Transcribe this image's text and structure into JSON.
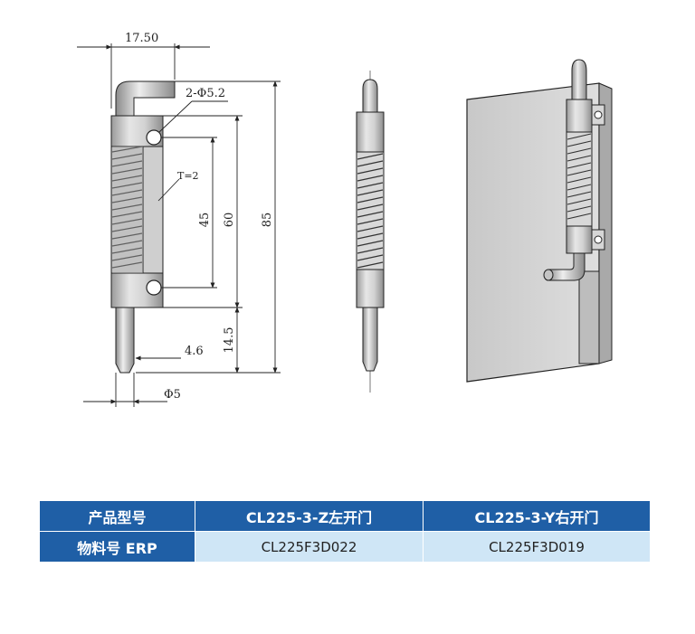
{
  "dimensions": {
    "overall_width": "17.50",
    "hole_spec": "2-Φ5.2",
    "thickness": "T=2",
    "hole_spacing": "45",
    "body_length": "60",
    "overall_length": "85",
    "pin_length": "14.5",
    "pin_offset": "4.6",
    "pin_diameter": "Φ5"
  },
  "table": {
    "header_label": "产品型号",
    "model_left": "CL225-3-Z左开门",
    "model_right": "CL225-3-Y右开门",
    "row_label": "物料号 ERP",
    "erp_left": "CL225F3D022",
    "erp_right": "CL225F3D019"
  },
  "colors": {
    "table_header": "#1f5fa6",
    "table_cell": "#cfe6f6",
    "metal": "#c9c9c9"
  }
}
